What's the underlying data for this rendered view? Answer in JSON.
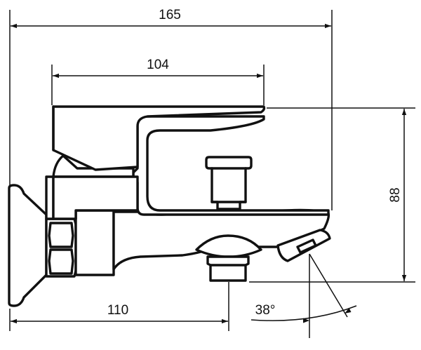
{
  "dimensions": {
    "overall_length": "165",
    "lever_length": "104",
    "height": "88",
    "outlet_distance": "110",
    "spout_angle": "38°"
  },
  "colors": {
    "line": "#111111",
    "background": "#ffffff"
  }
}
